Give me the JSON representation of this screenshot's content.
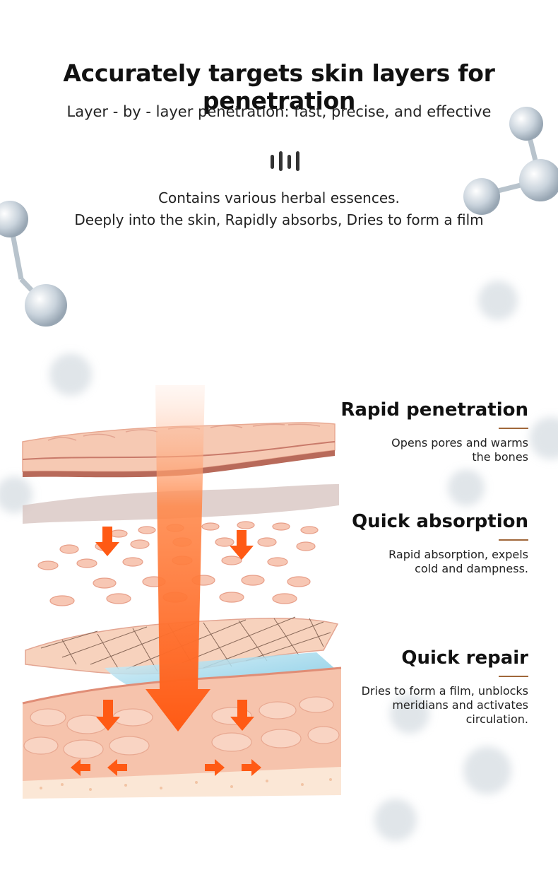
{
  "header": {
    "title": "Accurately targets skin layers for penetration",
    "subtitle": "Layer - by - layer penetration: fast, precise, and effective"
  },
  "description": {
    "line1": "Contains various herbal essences.",
    "line2": "Deeply into the skin, Rapidly absorbs, Dries to form a film"
  },
  "features": [
    {
      "title": "Rapid penetration",
      "text_lines": [
        "Opens pores and warms",
        "the bones"
      ]
    },
    {
      "title": "Quick absorption",
      "text_lines": [
        "Rapid absorption, expels",
        "cold and dampness."
      ]
    },
    {
      "title": "Quick repair",
      "text_lines": [
        "Dries to form a film, unblocks",
        "meridians and activates",
        "circulation."
      ]
    }
  ],
  "colors": {
    "arrow": "#ff5a14",
    "skin": "#f6c9b3",
    "skin_dark": "#e8a891",
    "accent_rule": "#a0673a",
    "film": "#8ad0e8"
  },
  "icons": {
    "divider": "vertical-bars-icon",
    "background": "molecule-icon"
  }
}
